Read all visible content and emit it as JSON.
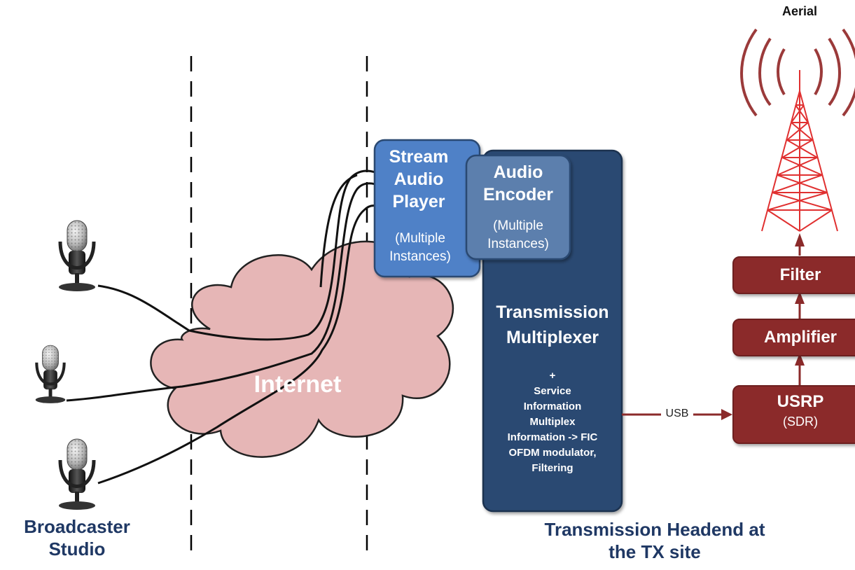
{
  "labels": {
    "aerial": "Aerial",
    "stream_player": [
      "Stream",
      "Audio",
      "Player",
      "(Multiple",
      "Instances)"
    ],
    "audio_encoder": [
      "Audio",
      "Encoder",
      "(Multiple",
      "Instances)"
    ],
    "mux_title": [
      "Transmission",
      "Multiplexer"
    ],
    "mux_details": [
      "+",
      "Service",
      "Information",
      "Multiplex",
      "Information -> FIC",
      "OFDM modulator,",
      "Filtering"
    ],
    "internet": "Internet",
    "usb": "USB",
    "filter": "Filter",
    "amplifier": "Amplifier",
    "usrp": "USRP",
    "sdr": "(SDR)",
    "broadcaster": [
      "Broadcaster",
      "Studio"
    ],
    "headend": [
      "Transmission Headend at",
      "the TX site"
    ]
  },
  "colors": {
    "stream_box": "#4f81c7",
    "encoder_box": "#5b7fad",
    "mux_box": "#2c4a72",
    "cloud": "#e6b6b6",
    "rf_red": "#8b2a2a",
    "tower": "#e03030",
    "aerial_wave": "#9b3a3a",
    "caption": "#1f3864"
  },
  "icons": [
    "microphone-icon",
    "antenna-tower-icon",
    "cloud-shape"
  ]
}
